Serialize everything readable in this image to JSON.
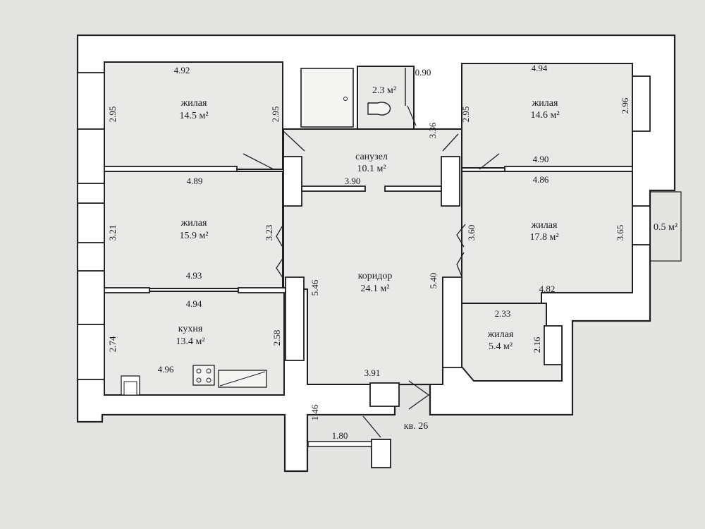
{
  "colors": {
    "paper": "#e4e4e2",
    "wall": "#1f1f1f",
    "fill": "#ffffff",
    "ink": "#1c1c1c"
  },
  "apartment_label": "кв. 26",
  "rooms": {
    "living_tl": {
      "name": "жилая",
      "area": "14.5 м²"
    },
    "living_ml": {
      "name": "жилая",
      "area": "15.9 м²"
    },
    "kitchen": {
      "name": "кухня",
      "area": "13.4 м²"
    },
    "bath_small": {
      "area": "2.3 м²"
    },
    "bathroom": {
      "name": "санузел",
      "area": "10.1 м²"
    },
    "corridor": {
      "name": "коридор",
      "area": "24.1 м²"
    },
    "living_tr": {
      "name": "жилая",
      "area": "14.6 м²"
    },
    "living_mr": {
      "name": "жилая",
      "area": "17.8 м²"
    },
    "living_sm": {
      "name": "жилая",
      "area": "5.4 м²"
    },
    "balcony": {
      "area": "0.5 м²"
    }
  },
  "dimensions": {
    "tl_top": "4.92",
    "tl_left": "2.95",
    "tl_right": "2.95",
    "tl_bottom": "4.89",
    "ml_left": "3.21",
    "ml_right": "3.23",
    "ml_bottom": "4.93",
    "k_top": "4.94",
    "k_left": "2.74",
    "k_right": "2.58",
    "k_bottom": "4.96",
    "bath_door": "0.90",
    "bath_right": "3.36",
    "bath_bottom": "3.90",
    "tr_top": "4.94",
    "tr_left": "2.95",
    "tr_right": "2.96",
    "tr_bottom": "4.90",
    "mr_top": "4.86",
    "mr_left": "3.60",
    "mr_right": "3.65",
    "corr_left": "5.46",
    "corr_right": "5.40",
    "sm_top": "4.82",
    "sm_inner": "2.33",
    "sm_right": "2.16",
    "entry_w": "3.91",
    "stair_h": "1.46",
    "stair_w": "1.80"
  }
}
